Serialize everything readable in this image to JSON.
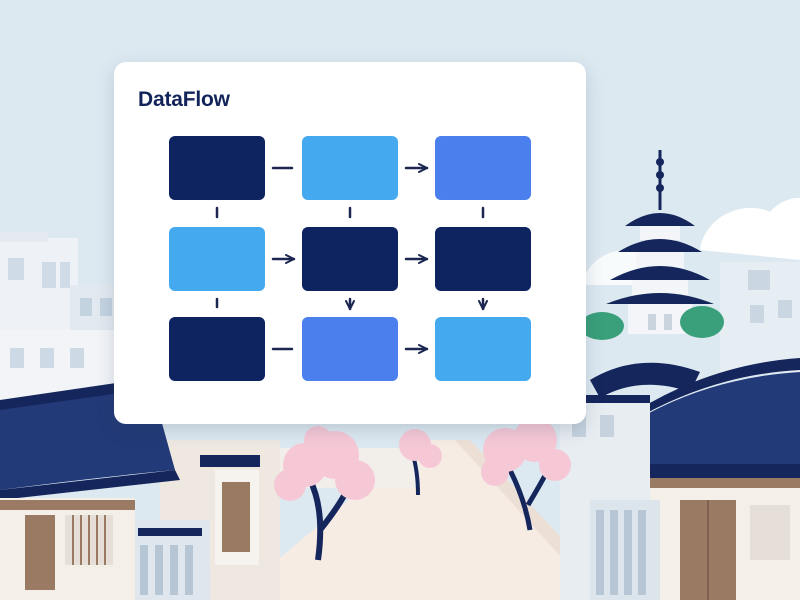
{
  "diagram": {
    "title": "DataFlow",
    "colors": {
      "navy": "#0e2461",
      "sky": "#45a9ef",
      "blue": "#4a7fed",
      "connector": "#1b2750"
    },
    "nodes": [
      {
        "id": "r1c1",
        "row": 0,
        "col": 0,
        "color": "navy"
      },
      {
        "id": "r1c2",
        "row": 0,
        "col": 1,
        "color": "sky"
      },
      {
        "id": "r1c3",
        "row": 0,
        "col": 2,
        "color": "blue"
      },
      {
        "id": "r2c1",
        "row": 1,
        "col": 0,
        "color": "sky"
      },
      {
        "id": "r2c2",
        "row": 1,
        "col": 1,
        "color": "navy"
      },
      {
        "id": "r2c3",
        "row": 1,
        "col": 2,
        "color": "navy"
      },
      {
        "id": "r3c1",
        "row": 2,
        "col": 0,
        "color": "navy"
      },
      {
        "id": "r3c2",
        "row": 2,
        "col": 1,
        "color": "blue"
      },
      {
        "id": "r3c3",
        "row": 2,
        "col": 2,
        "color": "sky"
      }
    ],
    "edges": [
      {
        "from": "r1c1",
        "to": "r1c2",
        "arrow": false
      },
      {
        "from": "r1c2",
        "to": "r1c3",
        "arrow": true
      },
      {
        "from": "r2c1",
        "to": "r2c2",
        "arrow": true
      },
      {
        "from": "r2c2",
        "to": "r2c3",
        "arrow": true
      },
      {
        "from": "r3c1",
        "to": "r3c2",
        "arrow": false
      },
      {
        "from": "r3c2",
        "to": "r3c3",
        "arrow": true
      },
      {
        "from": "r1c1",
        "to": "r2c1",
        "arrow": false
      },
      {
        "from": "r1c2",
        "to": "r2c2",
        "arrow": false
      },
      {
        "from": "r1c3",
        "to": "r2c3",
        "arrow": false
      },
      {
        "from": "r2c1",
        "to": "r3c1",
        "arrow": false
      },
      {
        "from": "r2c2",
        "to": "r3c2",
        "arrow": true
      },
      {
        "from": "r2c3",
        "to": "r3c3",
        "arrow": true
      }
    ]
  }
}
